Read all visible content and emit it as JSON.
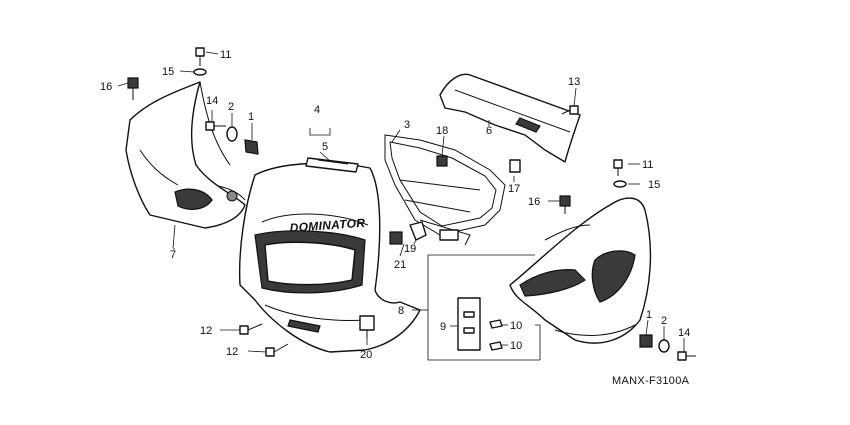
{
  "diagram_code": "MANX‑F3100A",
  "callouts": {
    "c1_left": "1",
    "c2_left": "2",
    "c3": "3",
    "c4": "4",
    "c5": "5",
    "c6": "6",
    "c7": "7",
    "c8": "8",
    "c9": "9",
    "c10_upper": "10",
    "c10_lower": "10",
    "c11_left": "11",
    "c11_right": "11",
    "c12_upper": "12",
    "c12_lower": "12",
    "c13": "13",
    "c14_left": "14",
    "c14_right": "14",
    "c15_left": "15",
    "c15_right": "15",
    "c16_left": "16",
    "c16_right": "16",
    "c17": "17",
    "c18": "18",
    "c19": "19",
    "c20": "20",
    "c21": "21",
    "c1_right": "1",
    "c2_right": "2"
  }
}
